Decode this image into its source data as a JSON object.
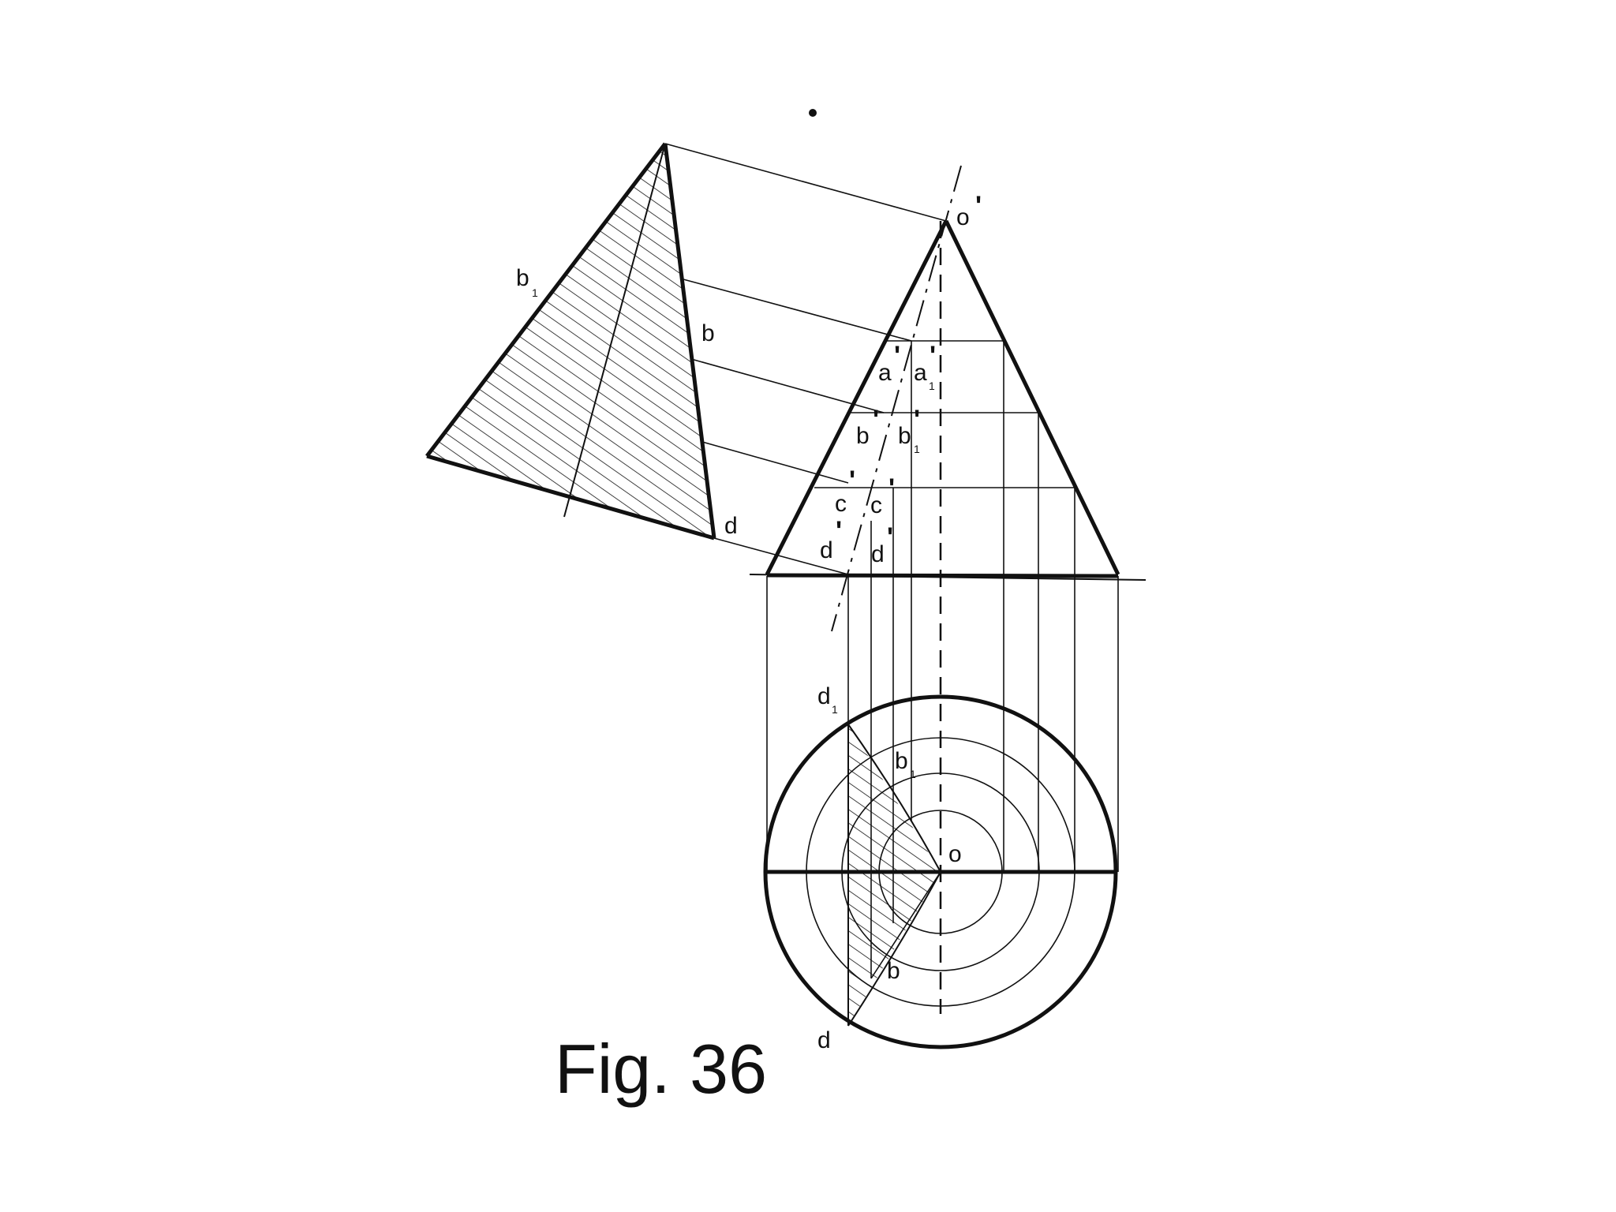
{
  "caption": "Fig. 36",
  "labels": {
    "b1_section": "b",
    "b_section": "b",
    "d_section": "d",
    "o_prime": "o",
    "a_prime": "a",
    "a1_prime": "a",
    "b_prime": "b",
    "b1_prime": "b",
    "c_prime": "c",
    "c1_prime": "c",
    "d_prime": "d",
    "d1_prime": "d",
    "d1_plan": "d",
    "b1_plan": "b",
    "o_plan": "o",
    "b_plan": "b",
    "d_plan": "d"
  },
  "subscript": "1",
  "prime_mark": "'"
}
